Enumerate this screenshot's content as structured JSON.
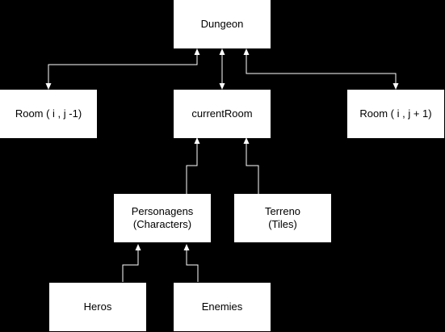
{
  "diagram": {
    "colors": {
      "background": "#000000",
      "node_fill": "#ffffff",
      "node_text": "#000000",
      "edge": "#ffffff"
    },
    "nodes": {
      "dungeon": {
        "label": "Dungeon"
      },
      "room_left": {
        "label": "Room ( i , j -1)"
      },
      "current_room": {
        "label": "currentRoom"
      },
      "room_right": {
        "label": "Room ( i , j + 1)"
      },
      "personagens": {
        "line1": "Personagens",
        "line2": "(Characters)"
      },
      "terreno": {
        "line1": "Terreno",
        "line2": "(Tiles)"
      },
      "heros": {
        "label": "Heros"
      },
      "enemies": {
        "label": "Enemies"
      }
    },
    "edges": [
      {
        "from": "dungeon",
        "to": "room_left",
        "arrows": "both"
      },
      {
        "from": "dungeon",
        "to": "current_room",
        "arrows": "both"
      },
      {
        "from": "dungeon",
        "to": "room_right",
        "arrows": "both"
      },
      {
        "from": "personagens",
        "to": "current_room",
        "arrows": "end"
      },
      {
        "from": "terreno",
        "to": "current_room",
        "arrows": "end"
      },
      {
        "from": "heros",
        "to": "personagens",
        "arrows": "end"
      },
      {
        "from": "enemies",
        "to": "personagens",
        "arrows": "end"
      }
    ]
  }
}
